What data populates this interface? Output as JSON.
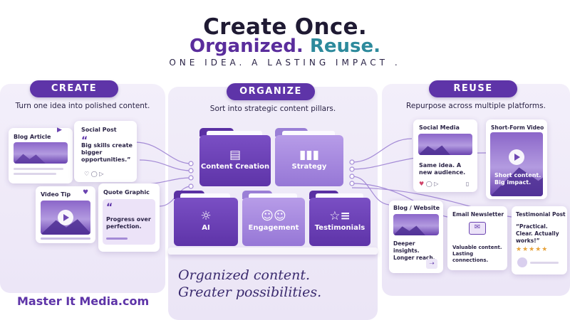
{
  "header": {
    "title_line1": "Create Once.",
    "title_organized": "Organized.",
    "title_reuse": "Reuse.",
    "tagline": "ONE IDEA. A LASTING IMPACT ."
  },
  "create": {
    "label": "CREATE",
    "subtitle": "Turn one idea into polished content.",
    "blog_article": {
      "title": "Blog Article"
    },
    "social_post": {
      "title": "Social Post",
      "quote_mark": "“",
      "text": "Big skills create bigger opportunities.”"
    },
    "video_tip": {
      "title": "Video Tip"
    },
    "quote_graphic": {
      "title": "Quote Graphic",
      "quote_mark": "“",
      "text": "Progress over perfection."
    }
  },
  "organize": {
    "label": "ORGANIZE",
    "subtitle": "Sort into strategic content pillars.",
    "folders": {
      "content_creation": "Content Creation",
      "strategy": "Strategy",
      "ai": "AI",
      "engagement": "Engagement",
      "testimonials": "Testimonials"
    },
    "tagline_line1": "Organized content.",
    "tagline_line2": "Greater possibilities."
  },
  "reuse": {
    "label": "REUSE",
    "subtitle": "Repurpose across multiple platforms.",
    "social_media": {
      "title": "Social Media",
      "text": "Same idea. A new audience."
    },
    "short_form_video": {
      "title": "Short-Form Video",
      "text": "Short content. Big impact."
    },
    "blog_website": {
      "title": "Blog / Website",
      "text": "Deeper insights. Longer reach."
    },
    "email_newsletter": {
      "title": "Email Newsletter",
      "text": "Valuable content. Lasting connections."
    },
    "testimonial_post": {
      "title": "Testimonial Post",
      "text": "“Practical. Clear. Actually works!”",
      "stars": "★★★★★"
    }
  },
  "brand": {
    "name": "Master It Media.com"
  },
  "colors": {
    "primary": "#5e34a8",
    "teal": "#2d8a9c",
    "panel": "#eee9f7",
    "folder_dark": "#6a3fb5",
    "folder_light": "#a98ee0"
  }
}
